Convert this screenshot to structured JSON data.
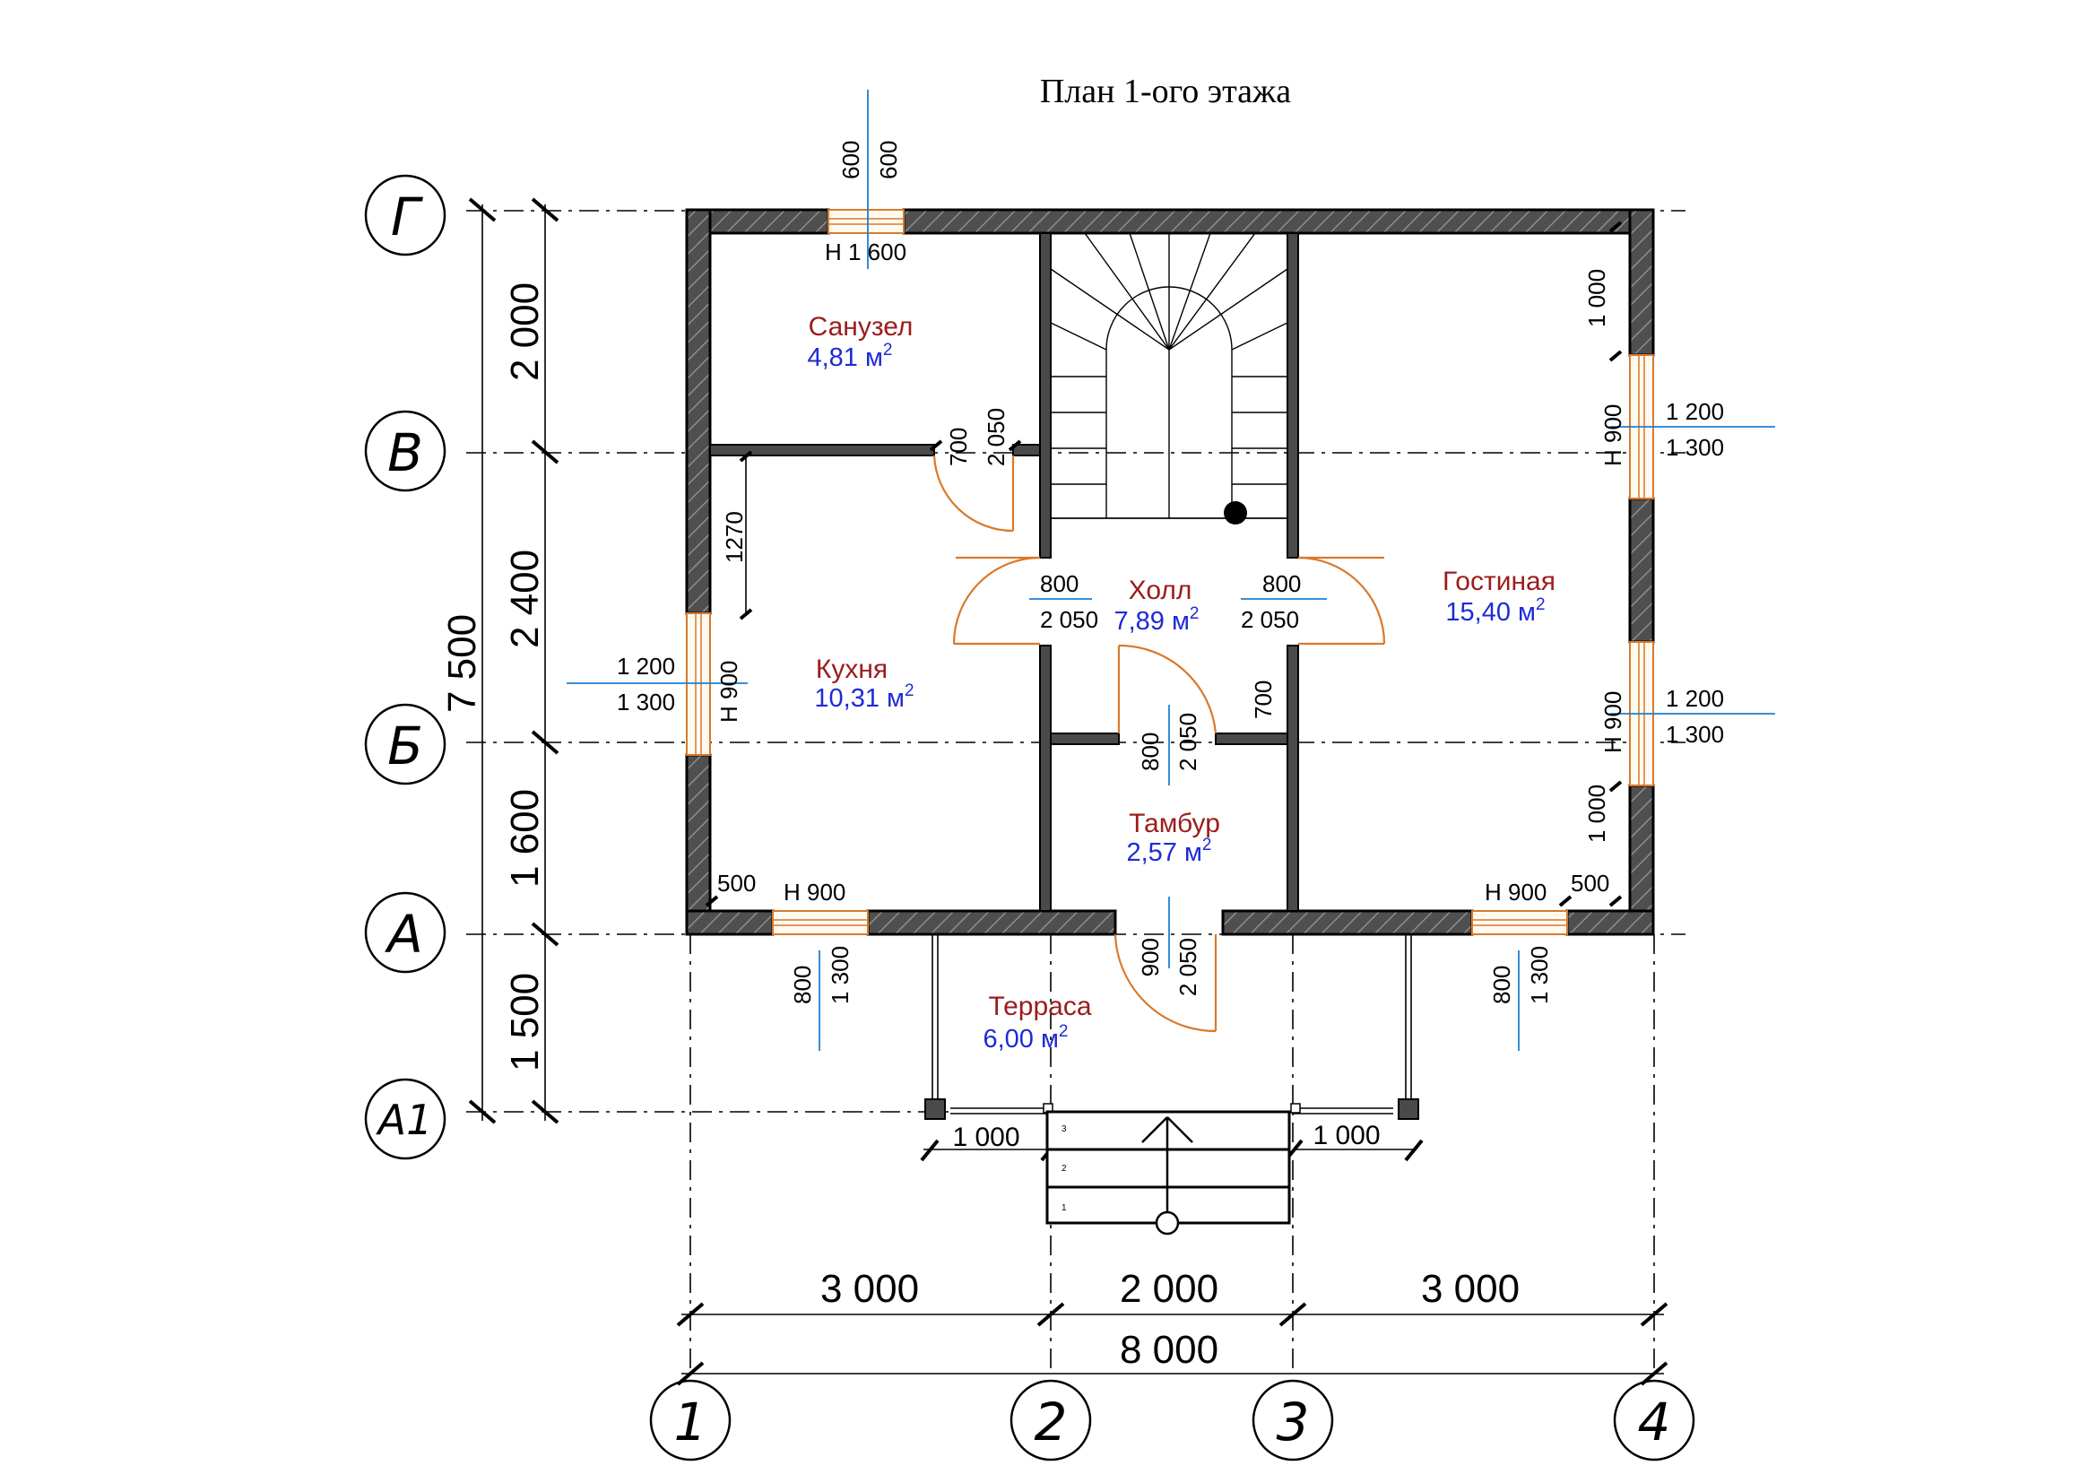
{
  "title": "План 1-ого этажа",
  "axes": {
    "rows": [
      "Г",
      "В",
      "Б",
      "А",
      "А1"
    ],
    "cols": [
      "1",
      "2",
      "3",
      "4"
    ]
  },
  "rooms": [
    {
      "name": "Санузел",
      "area": "4,81 м",
      "unit_sup": "2"
    },
    {
      "name": "Холл",
      "area": "7,89 м",
      "unit_sup": "2"
    },
    {
      "name": "Гостиная",
      "area": "15,40 м",
      "unit_sup": "2"
    },
    {
      "name": "Кухня",
      "area": "10,31 м",
      "unit_sup": "2"
    },
    {
      "name": "Тамбур",
      "area": "2,57 м",
      "unit_sup": "2"
    },
    {
      "name": "Терраса",
      "area": "6,00 м",
      "unit_sup": "2"
    }
  ],
  "dims": {
    "left": [
      "2 000",
      "2 400",
      "1 600",
      "1 500"
    ],
    "left_total": "7 500",
    "bottom": [
      "3 000",
      "2 000",
      "3 000"
    ],
    "bottom_total": "8 000",
    "porch": [
      "1 000",
      "1 000"
    ]
  },
  "labels": {
    "v600a": "600",
    "v600b": "600",
    "h1600": "Н  1 600",
    "r1000a": "1 000",
    "r900a": "Н  900",
    "r1200a": "1 200",
    "r1300a": "1 300",
    "r900b": "Н  900",
    "r1200b": "1 200",
    "r1300b": "1 300",
    "r1000b": "1 000",
    "r500": "500",
    "rH900": "Н  900",
    "d700a": "700",
    "d2050a": "2 050",
    "d1270": "1270",
    "k1200": "1 200",
    "k1300": "1 300",
    "kH900": "Н  900",
    "h800l": "800",
    "h2050l": "2 050",
    "h800r": "800",
    "h2050r": "2 050",
    "t700": "700",
    "t800": "800",
    "t2050": "2 050",
    "l500": "500",
    "lH900": "Н  900",
    "e900": "900",
    "e2050": "2 050",
    "w800l": "800",
    "w1300l": "1 300",
    "w800r": "800",
    "w1300r": "1 300",
    "steps": [
      "3",
      "2",
      "1"
    ]
  }
}
